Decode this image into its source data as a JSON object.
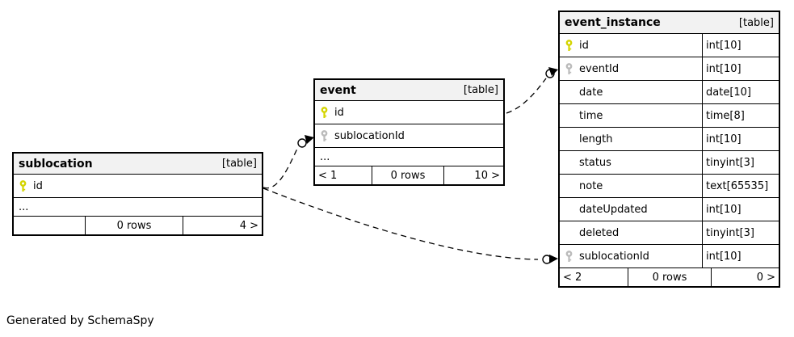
{
  "generator_note": "Generated by SchemaSpy",
  "colors": {
    "header_bg": "#f2f2f2",
    "border": "#000000",
    "primary_key": "#d4d400",
    "foreign_key": "#bbbbbb"
  },
  "tables": {
    "sublocation": {
      "name": "sublocation",
      "badge": "[table]",
      "columns": [
        {
          "name": "id",
          "key": "primary"
        }
      ],
      "ellipsis": "...",
      "footer": {
        "left": "",
        "center": "0 rows",
        "right": "4 >"
      }
    },
    "event": {
      "name": "event",
      "badge": "[table]",
      "columns": [
        {
          "name": "id",
          "key": "primary"
        },
        {
          "name": "sublocationId",
          "key": "foreign"
        }
      ],
      "ellipsis": "...",
      "footer": {
        "left": "< 1",
        "center": "0 rows",
        "right": "10 >"
      }
    },
    "event_instance": {
      "name": "event_instance",
      "badge": "[table]",
      "columns": [
        {
          "name": "id",
          "type": "int[10]",
          "key": "primary"
        },
        {
          "name": "eventId",
          "type": "int[10]",
          "key": "foreign"
        },
        {
          "name": "date",
          "type": "date[10]",
          "key": null
        },
        {
          "name": "time",
          "type": "time[8]",
          "key": null
        },
        {
          "name": "length",
          "type": "int[10]",
          "key": null
        },
        {
          "name": "status",
          "type": "tinyint[3]",
          "key": null
        },
        {
          "name": "note",
          "type": "text[65535]",
          "key": null
        },
        {
          "name": "dateUpdated",
          "type": "int[10]",
          "key": null
        },
        {
          "name": "deleted",
          "type": "tinyint[3]",
          "key": null
        },
        {
          "name": "sublocationId",
          "type": "int[10]",
          "key": "foreign"
        }
      ],
      "footer": {
        "left": "< 2",
        "center": "0 rows",
        "right": "0 >"
      }
    }
  },
  "relationships": [
    {
      "from_table": "event",
      "from_column": "id",
      "to_table": "event_instance",
      "to_column": "eventId"
    },
    {
      "from_table": "sublocation",
      "from_column": "id",
      "to_table": "event",
      "to_column": "sublocationId"
    },
    {
      "from_table": "sublocation",
      "from_column": "id",
      "to_table": "event_instance",
      "to_column": "sublocationId"
    }
  ]
}
